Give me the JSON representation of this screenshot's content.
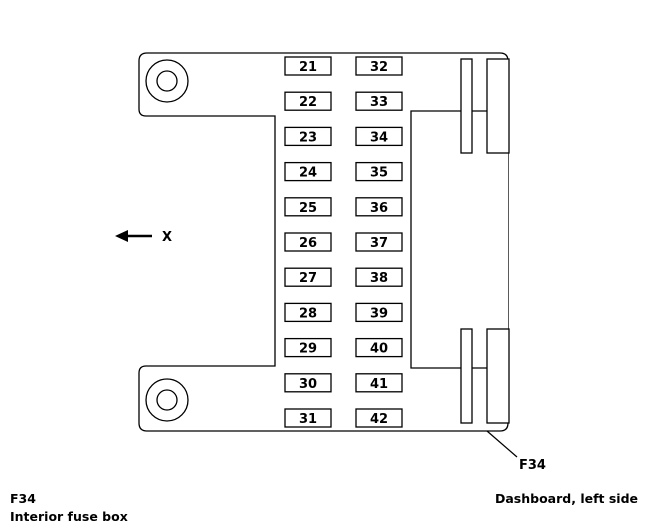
{
  "fuse_box": {
    "left_column": [
      "21",
      "22",
      "23",
      "24",
      "25",
      "26",
      "27",
      "28",
      "29",
      "30",
      "31"
    ],
    "right_column": [
      "32",
      "33",
      "34",
      "35",
      "36",
      "37",
      "38",
      "39",
      "40",
      "41",
      "42"
    ]
  },
  "direction_label": "X",
  "callout_label": "F34",
  "caption": {
    "code": "F34",
    "name": "Interior fuse box",
    "location": "Dashboard, left side"
  }
}
